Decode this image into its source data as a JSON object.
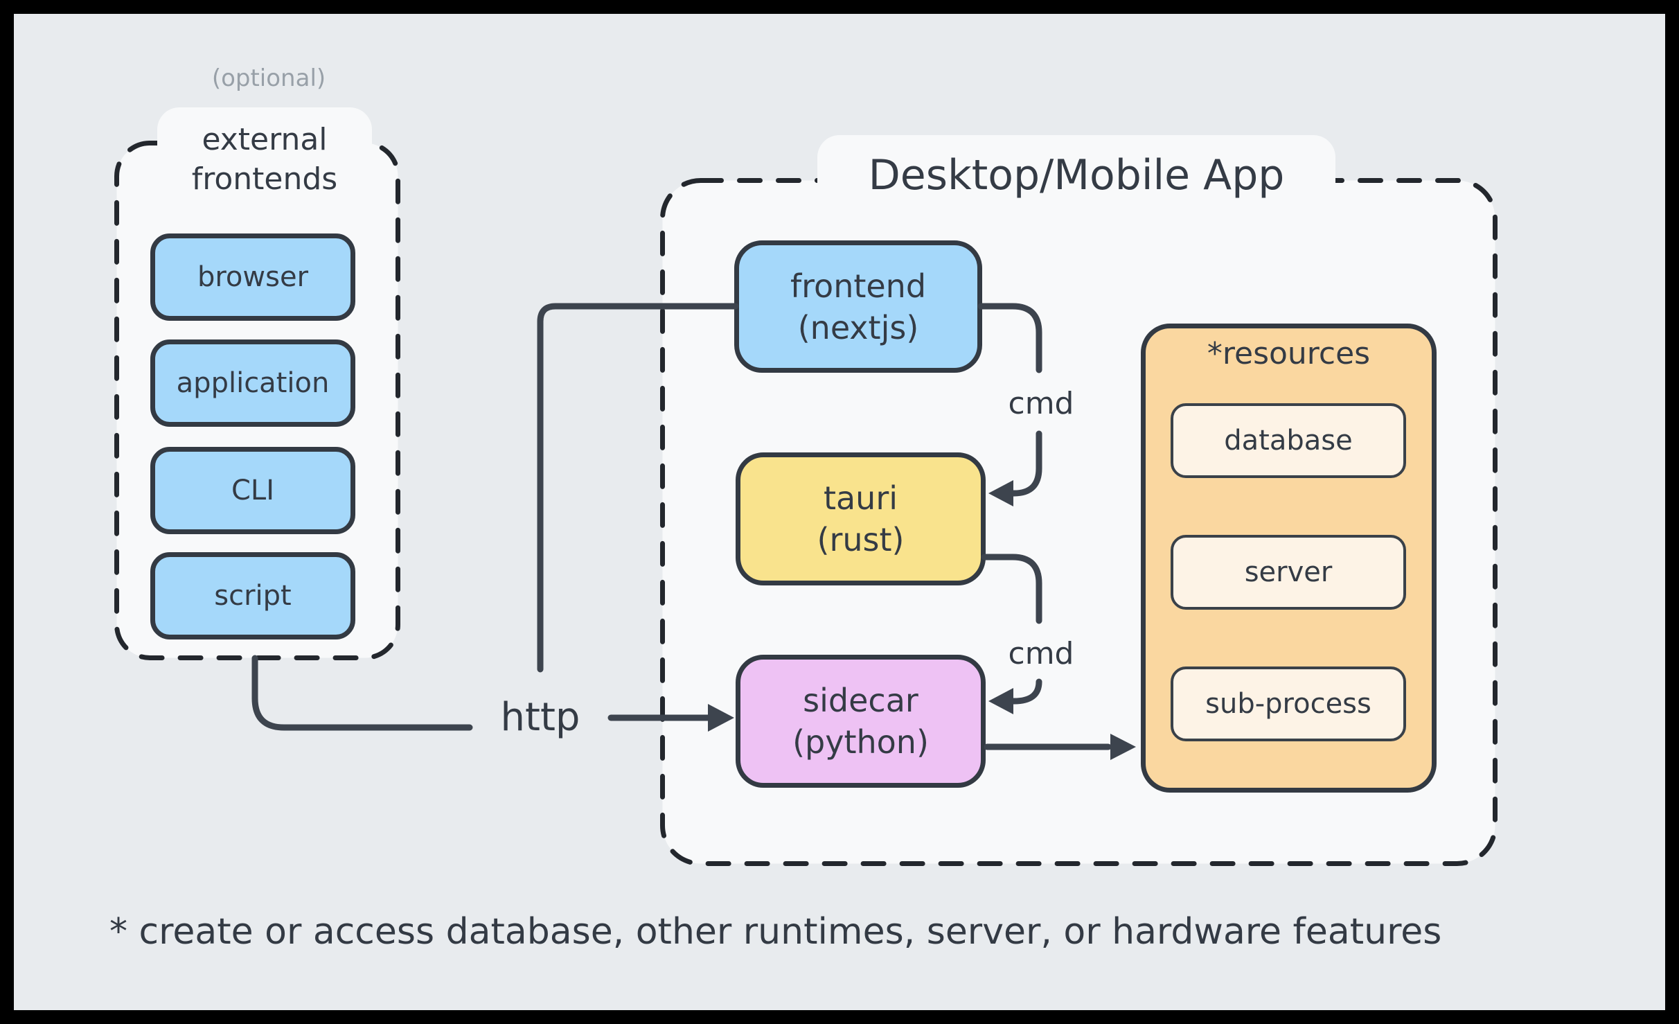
{
  "diagram_title": "Desktop/Mobile App",
  "optional_label": "(optional)",
  "external": {
    "title_line1": "external",
    "title_line2": "frontends",
    "items": [
      {
        "label": "browser"
      },
      {
        "label": "application"
      },
      {
        "label": "CLI"
      },
      {
        "label": "script"
      }
    ]
  },
  "app": {
    "title": "Desktop/Mobile App",
    "frontend": {
      "line1": "frontend",
      "line2": "(nextjs)"
    },
    "tauri": {
      "line1": "tauri",
      "line2": "(rust)"
    },
    "sidecar": {
      "line1": "sidecar",
      "line2": "(python)"
    },
    "resources": {
      "title": "*resources",
      "items": [
        {
          "label": "database"
        },
        {
          "label": "server"
        },
        {
          "label": "sub-process"
        }
      ]
    }
  },
  "edges": {
    "http_label": "http",
    "cmd1_label": "cmd",
    "cmd2_label": "cmd"
  },
  "footnote": "* create or access database, other runtimes, server, or hardware features",
  "colors": {
    "frame": "#000000",
    "background": "#e8ebee",
    "container_fill": "#f8f9fa",
    "dashed_border": "#23272d",
    "connector_line": "#3d444e",
    "text": "#343b45",
    "muted_text": "#98a0a8",
    "blue_node": "#a5d8fa",
    "yellow_node": "#f9e38d",
    "purple_node": "#eec2f4",
    "orange_container": "#fad7a0",
    "cream_node": "#fdf3e6"
  }
}
